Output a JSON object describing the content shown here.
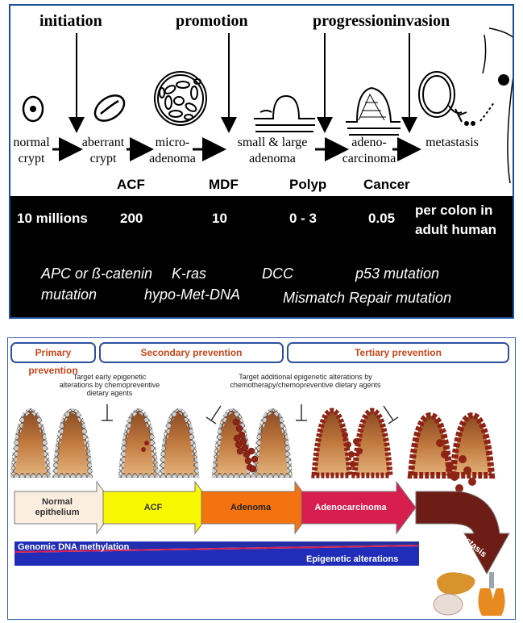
{
  "top": {
    "stages": {
      "initiation": "initiation",
      "promotion": "promotion",
      "progression": "progression",
      "invasion": "invasion"
    },
    "labels": {
      "normal_1": "normal",
      "normal_2": "crypt",
      "aberrant_1": "aberrant",
      "aberrant_2": "crypt",
      "micro_1": "micro-",
      "micro_2": "adenoma",
      "small_1": "small & large",
      "small_2": "adenoma",
      "adeno_1": "adeno-",
      "adeno_2": "carcinoma",
      "metastasis": "metastasis"
    },
    "abbreviations": {
      "acf": "ACF",
      "mdf": "MDF",
      "polyp": "Polyp",
      "cancer": "Cancer"
    },
    "counts": {
      "normal": "10 millions",
      "acf": "200",
      "mdf": "10",
      "polyp": "0 - 3",
      "cancer": "0.05",
      "per_1": "per colon in",
      "per_2": "adult human"
    },
    "mutations": {
      "apc_1": "APC or ß-catenin",
      "apc_2": "mutation",
      "kras": "K-ras",
      "hypo": "hypo-Met-DNA",
      "dcc": "DCC",
      "p53": "p53 mutation",
      "mmr": "Mismatch Repair mutation"
    }
  },
  "bottom": {
    "prevention": {
      "primary": "Primary prevention",
      "secondary": "Secondary prevention",
      "tertiary": "Tertiary prevention"
    },
    "targets": {
      "early_1": "Target early epigenetic",
      "early_2": "alterations by chemopreventive",
      "early_3": "dietary agents",
      "add_1": "Target additional epigenetic alterations by",
      "add_2": "chemotherapy/chemopreventive dietary agents"
    },
    "arrows": {
      "normal_1": "Normal",
      "normal_2": "epithelium",
      "acf": "ACF",
      "adenoma": "Adenoma",
      "adenocarcinoma": "Adenocarcinoma",
      "metastasis": "Metastasis"
    },
    "bars": {
      "methylation": "Genomic DNA methylation",
      "epigenetic": "Epigenetic alterations"
    },
    "colors": {
      "arrow_normal": "#fbeede",
      "arrow_acf": "#f7f700",
      "arrow_adenoma": "#f4720f",
      "arrow_adenocarcinoma": "#d81e4f",
      "arrow_metastasis": "#6e1c16",
      "methylation_bar": "#1f2db8",
      "cell_red": "#8f2416",
      "prevention_text": "#c8461b"
    }
  }
}
